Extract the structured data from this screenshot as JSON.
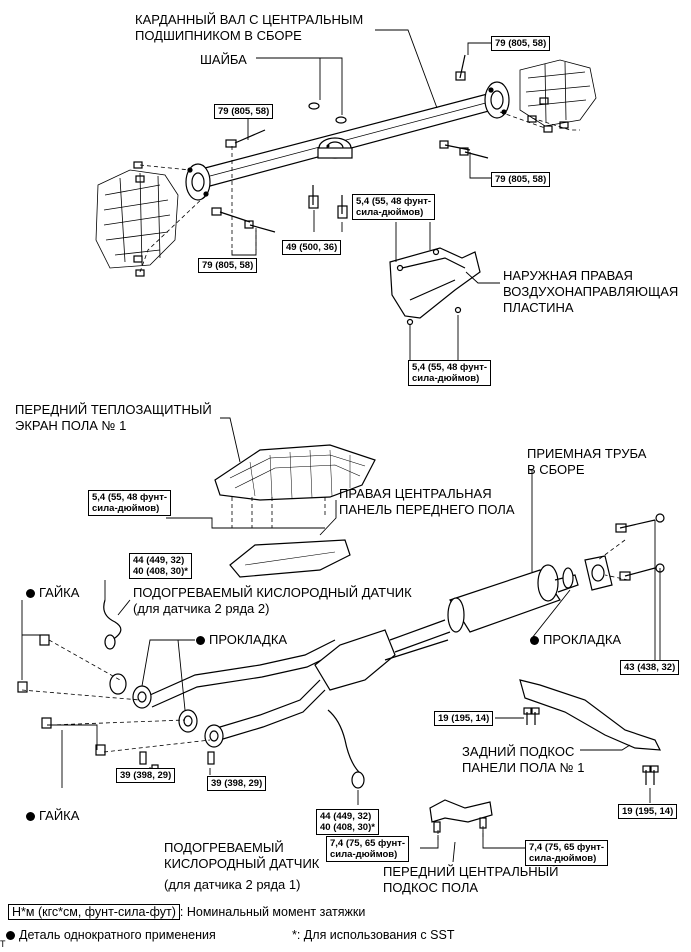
{
  "labels": {
    "propeller_shaft_1": "КАРДАННЫЙ ВАЛ С ЦЕНТРАЛЬНЫМ",
    "propeller_shaft_2": "ПОДШИПНИКОМ В СБОРЕ",
    "washer": "ШАЙБА",
    "air_guide_1": "НАРУЖНАЯ ПРАВАЯ",
    "air_guide_2": "ВОЗДУХОНАПРАВЛЯЮЩАЯ",
    "air_guide_3": "ПЛАСТИНА",
    "heat_shield_1": "ПЕРЕДНИЙ ТЕПЛОЗАЩИТНЫЙ",
    "heat_shield_2": "ЭКРАН ПОЛА № 1",
    "exhaust_pipe_1": "ПРИЕМНАЯ ТРУБА",
    "exhaust_pipe_2": "В СБОРЕ",
    "center_panel_1": "ПРАВАЯ ЦЕНТРАЛЬНАЯ",
    "center_panel_2": "ПАНЕЛЬ ПЕРЕДНЕГО ПОЛА",
    "nut_top": "ГАЙКА",
    "nut_bottom": "ГАЙКА",
    "o2_sensor_top_1": "ПОДОГРЕВАЕМЫЙ КИСЛОРОДНЫЙ ДАТЧИК",
    "o2_sensor_top_2": "(для датчика 2 ряда 2)",
    "gasket_left": "ПРОКЛАДКА",
    "gasket_right": "ПРОКЛАДКА",
    "rear_brace_1": "ЗАДНИЙ ПОДКОС",
    "rear_brace_2": "ПАНЕЛИ ПОЛА № 1",
    "o2_sensor_bottom_1": "ПОДОГРЕВАЕМЫЙ",
    "o2_sensor_bottom_2": "КИСЛОРОДНЫЙ ДАТЧИК",
    "o2_sensor_bottom_3": "(для датчика 2 ряда 1)",
    "front_brace_1": "ПЕРЕДНИЙ ЦЕНТРАЛЬНЫЙ",
    "front_brace_2": "ПОДКОС ПОЛА"
  },
  "torques": {
    "t_79_top_right": "79 (805, 58)",
    "t_79_left": "79 (805, 58)",
    "t_79_right": "79 (805, 58)",
    "t_79_bottom": "79 (805, 58)",
    "t_49": "49 (500, 36)",
    "t_54_top_1": "5,4 (55, 48 фунт-",
    "t_54_top_2": "сила-дюймов)",
    "t_54_bot_1": "5,4 (55, 48 фунт-",
    "t_54_bot_2": "сила-дюймов)",
    "t_54_shield_1": "5,4 (55, 48 фунт-",
    "t_54_shield_2": "сила-дюймов)",
    "t_44_top_1": "44 (449, 32)",
    "t_44_top_2": "40 (408, 30)*",
    "t_44_bot_1": "44 (449, 32)",
    "t_44_bot_2": "40 (408, 30)*",
    "t_39_left": "39 (398, 29)",
    "t_39_mid": "39 (398, 29)",
    "t_43": "43 (438, 32)",
    "t_19_left": "19 (195, 14)",
    "t_19_right": "19 (195, 14)",
    "t_74_left_1": "7,4 (75, 65 фунт-",
    "t_74_left_2": "сила-дюймов)",
    "t_74_right_1": "7,4 (75, 65 фунт-",
    "t_74_right_2": "сила-дюймов)"
  },
  "legend": {
    "unit_box": "Н*м (кгс*см, фунт-сила-фут)",
    "unit_desc": ": Номинальный момент затяжки",
    "non_reusable": "Деталь однократного применения",
    "sst_note": "*: Для использования с SST",
    "corner_mark": "T"
  }
}
